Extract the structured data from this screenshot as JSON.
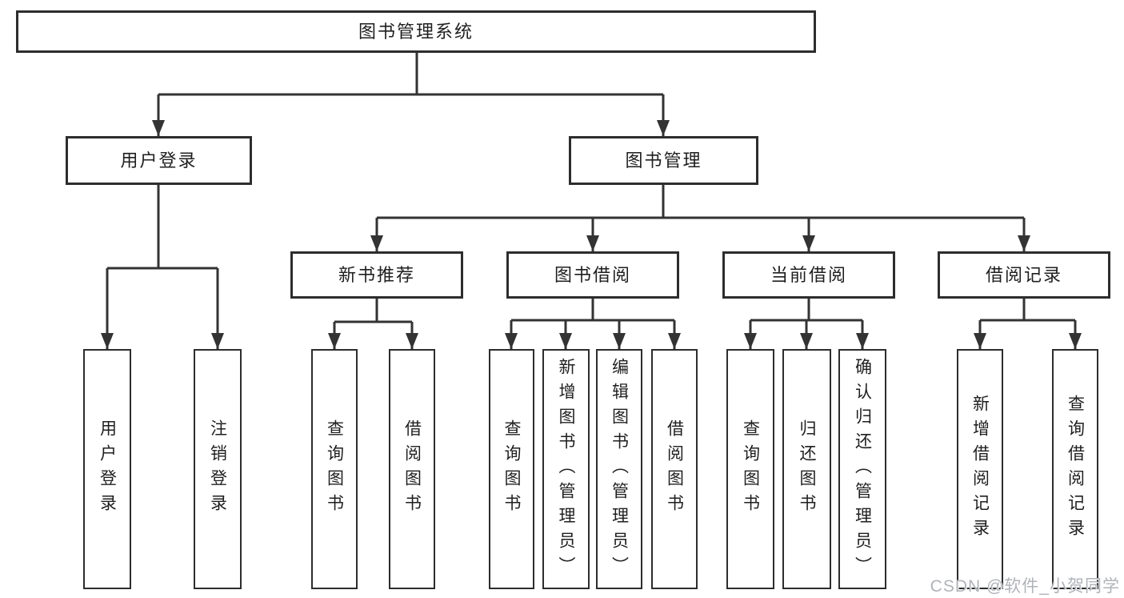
{
  "diagram": {
    "type": "tree",
    "root": {
      "label": "图书管理系统"
    },
    "branches": [
      {
        "label": "用户登录",
        "leaves": [
          {
            "label": "用户登录"
          },
          {
            "label": "注销登录"
          }
        ]
      },
      {
        "label": "图书管理",
        "groups": [
          {
            "label": "新书推荐",
            "leaves": [
              {
                "label": "查询图书"
              },
              {
                "label": "借阅图书"
              }
            ]
          },
          {
            "label": "图书借阅",
            "leaves": [
              {
                "label": "查询图书"
              },
              {
                "label": "新增图书（管理员）"
              },
              {
                "label": "编辑图书（管理员）"
              },
              {
                "label": "借阅图书"
              }
            ]
          },
          {
            "label": "当前借阅",
            "leaves": [
              {
                "label": "查询图书"
              },
              {
                "label": "归还图书"
              },
              {
                "label": "确认归还（管理员）"
              }
            ]
          },
          {
            "label": "借阅记录",
            "leaves": [
              {
                "label": "新增借阅记录"
              },
              {
                "label": "查询借阅记录"
              }
            ]
          }
        ]
      }
    ]
  },
  "watermark": {
    "text": "CSDN @软件_小贺同学"
  },
  "colors": {
    "line": "#333333",
    "box_border": "#2d2d2d",
    "text": "#1f1f1f",
    "watermark": "#b0b3b8",
    "background": "#ffffff"
  }
}
